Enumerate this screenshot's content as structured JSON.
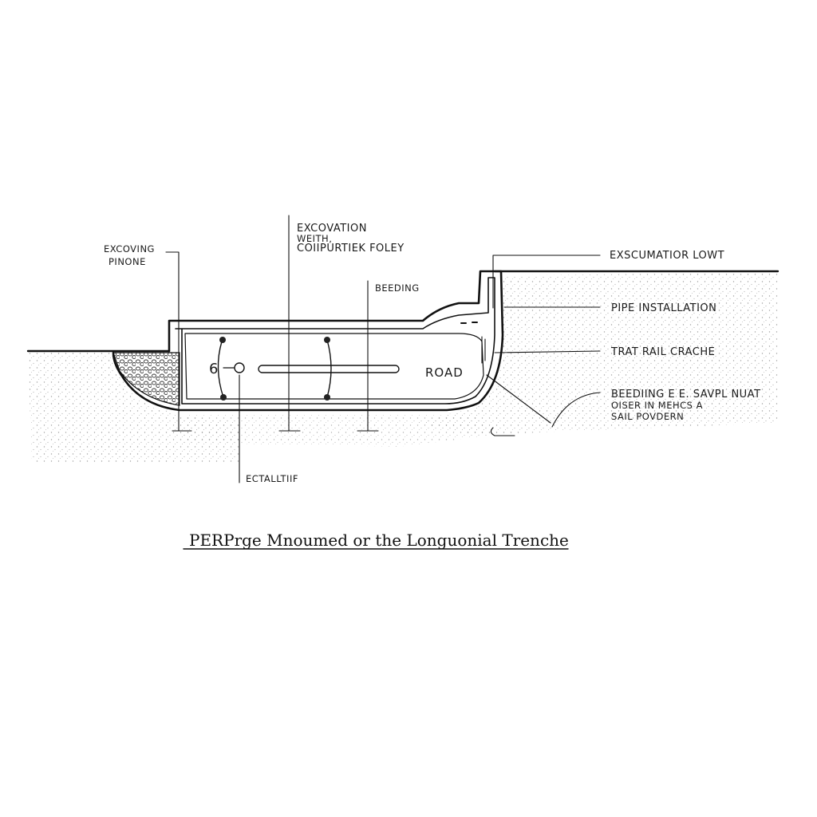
{
  "labels": {
    "existing_ground_l1": "EXCOVING",
    "existing_ground_l2": "PINONE",
    "excavation_width_l1": "EXCOVATION",
    "excavation_width_l2": "WEITH,",
    "excavation_width_l3": "COIIPURTIEK FOLEY",
    "bedding_top": "BEEDING",
    "excavation_low": "EXSCUMATIOR LOWT",
    "pipe_installation": "PIPE INSTALLATION",
    "trat_rail": "TRAT RAIL CRACHE",
    "bedding_side_l1": "BEEDIING E E. SAVPL NUAT",
    "bedding_side_l2": "OISER IN MEHCS A",
    "bedding_side_l3": "SAIL POVDERN",
    "road": "ROAD",
    "number_mark": "6",
    "bottom_label": "ECTALLTIIF"
  },
  "title": "PERPrge Mnoumed or the Longuonial Trenche",
  "colors": {
    "ink": "#111111",
    "soil_stipple": "#9a9a9a",
    "background": "#ffffff"
  }
}
